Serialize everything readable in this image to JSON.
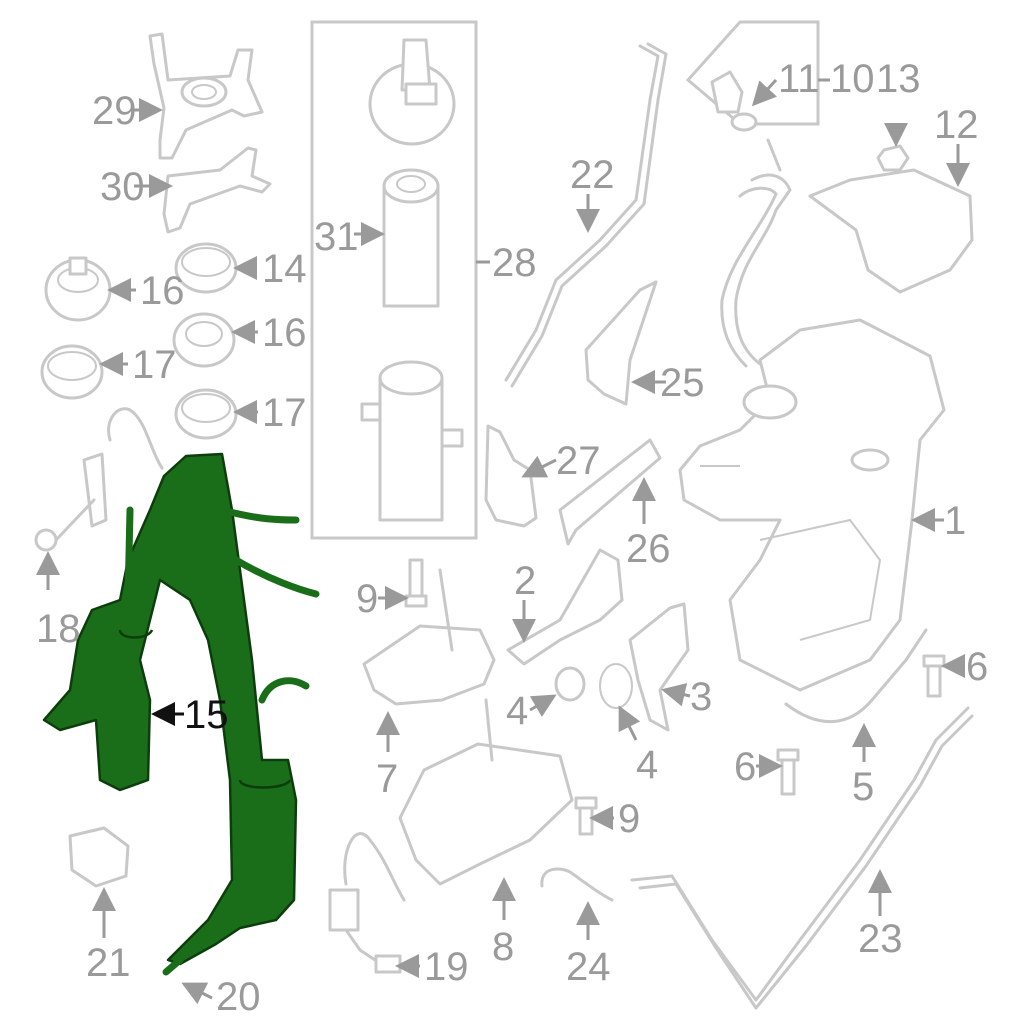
{
  "callouts": {
    "c1": "1",
    "c2": "2",
    "c3": "3",
    "c4a": "4",
    "c4b": "4",
    "c5": "5",
    "c6a": "6",
    "c6b": "6",
    "c7": "7",
    "c8": "8",
    "c9a": "9",
    "c9b": "9",
    "c10": "10",
    "c11": "11",
    "c12": "12",
    "c13": "13",
    "c14": "14",
    "c15": "15",
    "c16a": "16",
    "c16b": "16",
    "c17a": "17",
    "c17b": "17",
    "c18": "18",
    "c19": "19",
    "c20": "20",
    "c21": "21",
    "c22": "22",
    "c23": "23",
    "c24": "24",
    "c25": "25",
    "c26": "26",
    "c27": "27",
    "c28": "28",
    "c29": "29",
    "c30": "30",
    "c31": "31"
  },
  "colors": {
    "highlight": "#1a6e1a",
    "linework": "#c8c8c8",
    "label": "#9a9a9a"
  }
}
